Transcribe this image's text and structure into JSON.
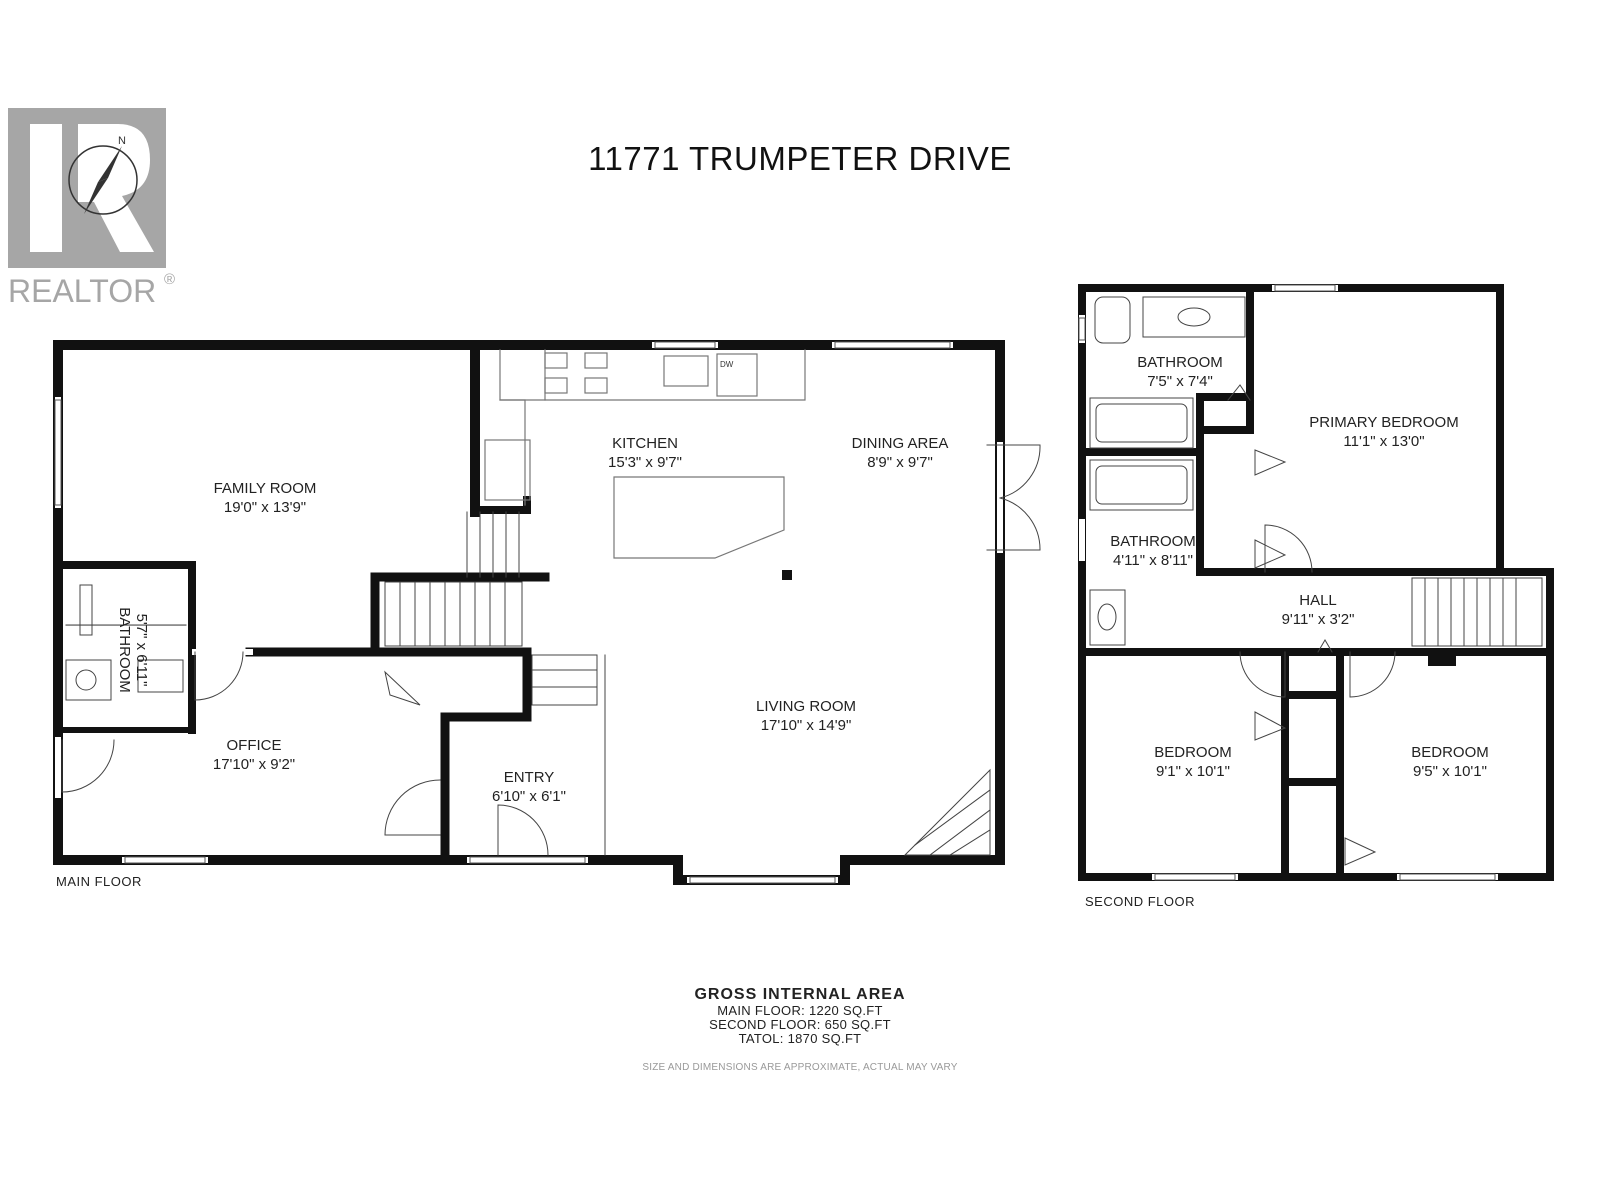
{
  "title": "11771 TRUMPETER DRIVE",
  "logo": {
    "text": "REALTOR",
    "mark": "®",
    "compass_letter": "N",
    "color": "#a9a9a9"
  },
  "main_floor": {
    "label": "MAIN FLOOR",
    "rooms": [
      {
        "name": "FAMILY ROOM",
        "dims": "19'0\" x 13'9\""
      },
      {
        "name": "KITCHEN",
        "dims": "15'3\" x 9'7\""
      },
      {
        "name": "DINING AREA",
        "dims": "8'9\" x 9'7\""
      },
      {
        "name": "BATHROOM",
        "dims": "5'7\" x 6'11\""
      },
      {
        "name": "OFFICE",
        "dims": "17'10\" x 9'2\""
      },
      {
        "name": "LIVING ROOM",
        "dims": "17'10\" x 14'9\""
      },
      {
        "name": "ENTRY",
        "dims": "6'10\" x 6'1\""
      }
    ],
    "dishwasher": "DW"
  },
  "second_floor": {
    "label": "SECOND FLOOR",
    "rooms": [
      {
        "name": "BATHROOM",
        "dims": "7'5\" x 7'4\""
      },
      {
        "name": "PRIMARY BEDROOM",
        "dims": "11'1\" x 13'0\""
      },
      {
        "name": "BATHROOM",
        "dims": "4'11\" x 8'11\""
      },
      {
        "name": "HALL",
        "dims": "9'11\" x 3'2\""
      },
      {
        "name": "BEDROOM",
        "dims": "9'1\" x 10'1\""
      },
      {
        "name": "BEDROOM",
        "dims": "9'5\" x 10'1\""
      }
    ]
  },
  "gross_area": {
    "heading": "GROSS INTERNAL AREA",
    "main": "MAIN FLOOR: 1220 SQ.FT",
    "second": "SECOND FLOOR:  650  SQ.FT",
    "total": "TATOL: 1870 SQ.FT"
  },
  "disclaimer": "SIZE AND DIMENSIONS ARE APPROXIMATE, ACTUAL MAY VARY"
}
